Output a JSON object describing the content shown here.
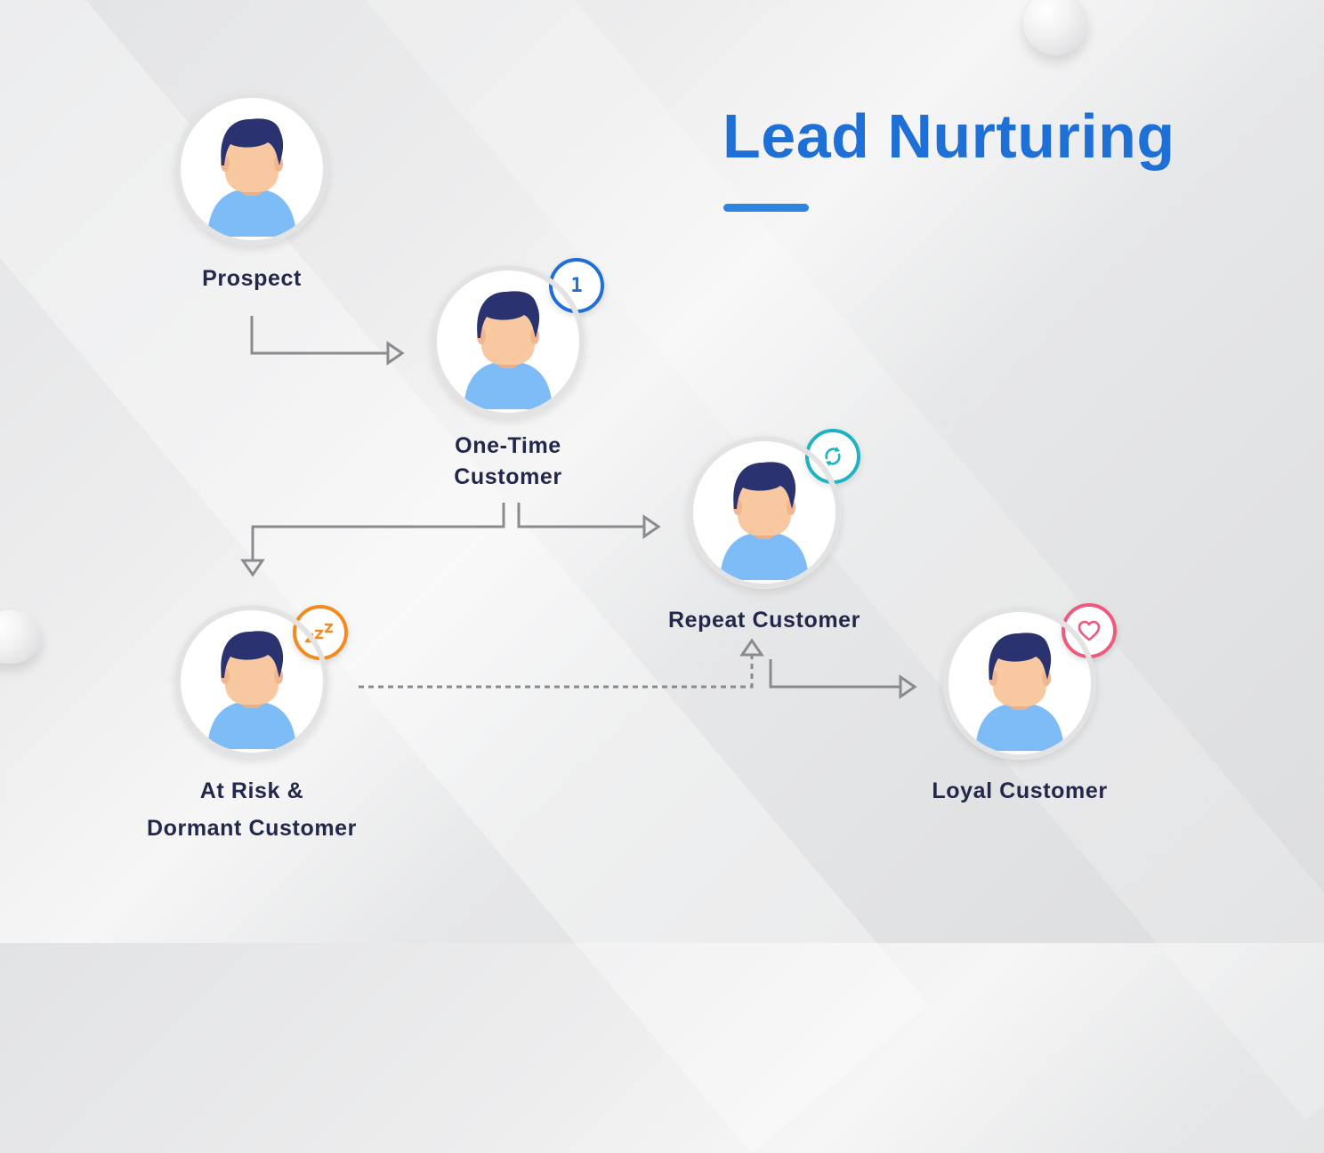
{
  "title": "Lead Nurturing",
  "colors": {
    "title": "#1e6fd6",
    "underline": "#2b86e2",
    "one_time_badge": "#1e6fd6",
    "repeat_badge": "#1fb2c2",
    "at_risk_badge": "#f28a1c",
    "loyal_badge": "#ee5a7e",
    "hair": "#2b3270",
    "skin": "#f8c8a1",
    "shirt": "#7dbcf6",
    "connector": "#8a8b8e"
  },
  "nodes": {
    "prospect": {
      "label": "Prospect"
    },
    "one_time": {
      "label_line1": "One-Time",
      "label_line2": "Customer",
      "badge_text": "1",
      "badge_icon": "number-one-icon"
    },
    "repeat": {
      "label": "Repeat Customer",
      "badge_icon": "refresh-icon"
    },
    "at_risk": {
      "label_line1": "At Risk &",
      "label_line2": "Dormant Customer",
      "badge_text": "zzz",
      "badge_icon": "sleep-zzz-icon"
    },
    "loyal": {
      "label": "Loyal Customer",
      "badge_icon": "heart-icon"
    }
  }
}
